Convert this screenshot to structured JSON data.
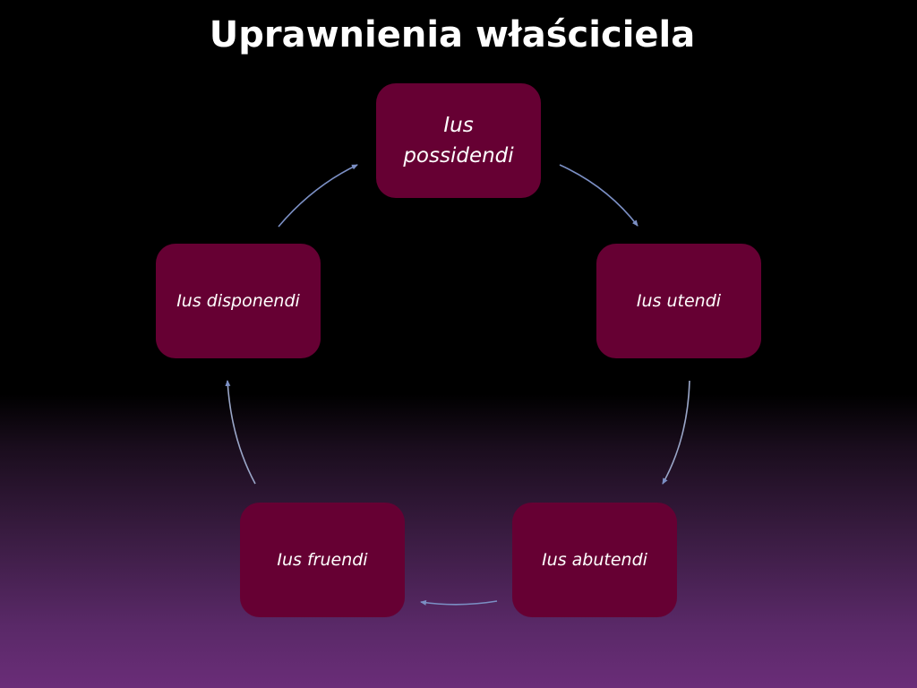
{
  "title": "Uprawnienia właściciela",
  "nodes": [
    {
      "label": "Ius possidendi"
    },
    {
      "label": "Ius utendi"
    },
    {
      "label": "Ius abutendi"
    },
    {
      "label": "Ius fruendi"
    },
    {
      "label": "Ius disponendi"
    }
  ],
  "colors": {
    "node_fill": "#660033",
    "arrow": "#7b8fc4",
    "text": "#ffffff",
    "background_top": "#000000",
    "background_bottom": "#6a2d78"
  }
}
